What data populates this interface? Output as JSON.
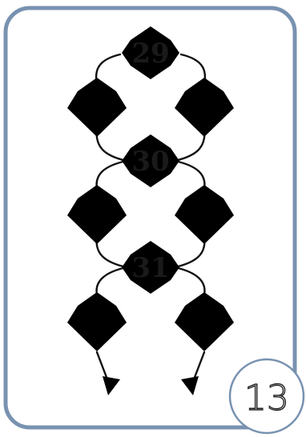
{
  "step_number": "13",
  "beads": {
    "numbered": [
      {
        "label": "29"
      },
      {
        "label": "30"
      },
      {
        "label": "31"
      }
    ]
  },
  "colors": {
    "frame": "#7892b0",
    "gray_bead": "#bcbcbe",
    "green_bead": "#52b03a",
    "thread": "#111111"
  }
}
